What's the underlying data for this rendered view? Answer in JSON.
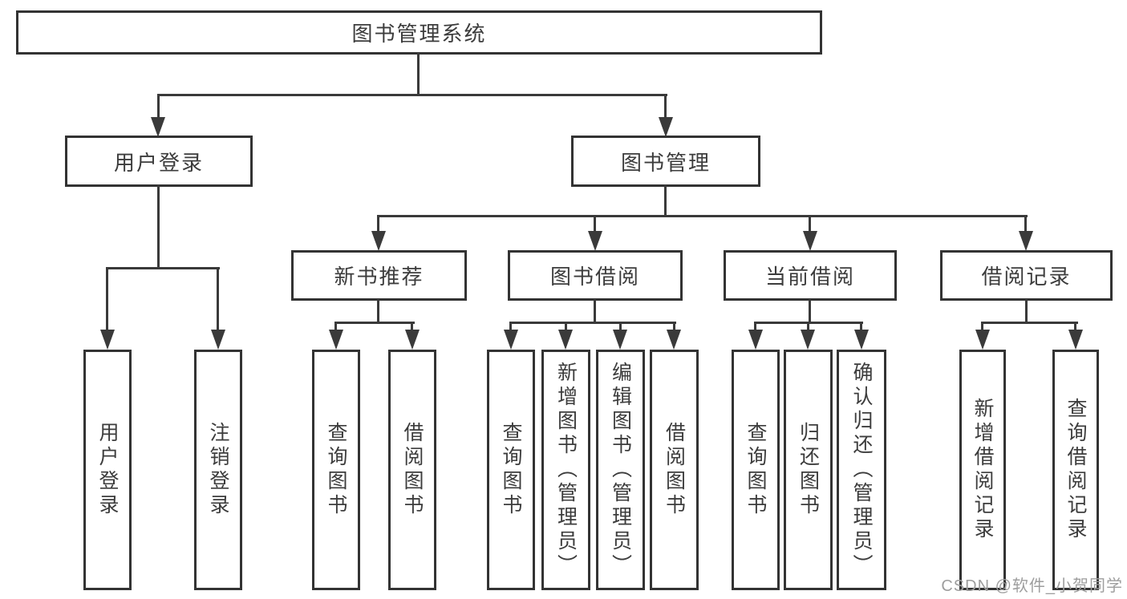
{
  "colors": {
    "line": "#3a3a3a",
    "box-border": "#333333",
    "text": "#3c3c3c",
    "watermark": "#9e9e9e"
  },
  "tree": {
    "root": {
      "label": "图书管理系统"
    },
    "branches": [
      {
        "label": "用户登录",
        "children": [
          {
            "label": "用户登录"
          },
          {
            "label": "注销登录"
          }
        ]
      },
      {
        "label": "图书管理",
        "children": [
          {
            "label": "新书推荐",
            "children": [
              {
                "label": "查询图书"
              },
              {
                "label": "借阅图书"
              }
            ]
          },
          {
            "label": "图书借阅",
            "children": [
              {
                "label": "查询图书"
              },
              {
                "label": "新增图书（管理员）"
              },
              {
                "label": "编辑图书（管理员）"
              },
              {
                "label": "借阅图书"
              }
            ]
          },
          {
            "label": "当前借阅",
            "children": [
              {
                "label": "查询图书"
              },
              {
                "label": "归还图书"
              },
              {
                "label": "确认归还（管理员）"
              }
            ]
          },
          {
            "label": "借阅记录",
            "children": [
              {
                "label": "新增借阅记录"
              },
              {
                "label": "查询借阅记录"
              }
            ]
          }
        ]
      }
    ]
  },
  "watermark": "CSDN @软件_小贺同学"
}
